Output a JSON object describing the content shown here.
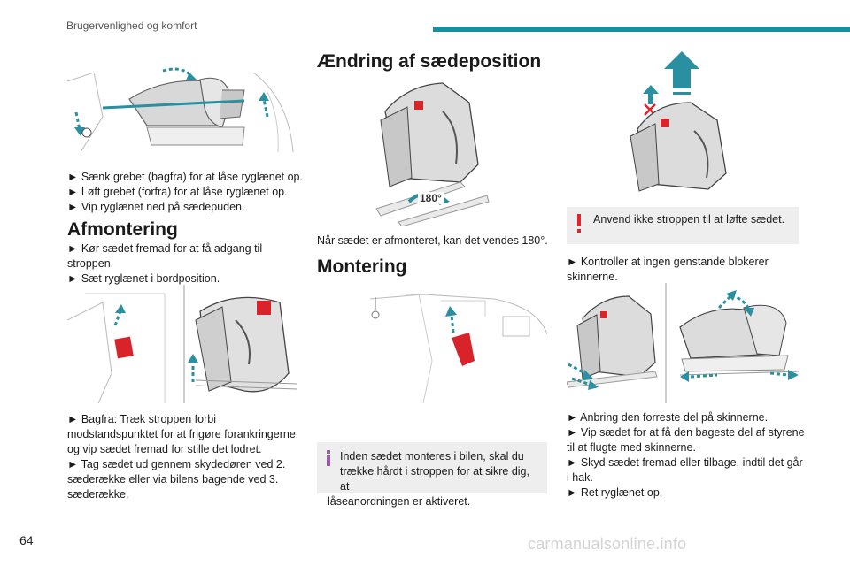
{
  "header": {
    "section_title": "Brugervenlighed og komfort",
    "accent_color": "#1a8e9e"
  },
  "page_number": "64",
  "watermark": "carmanualsonline.info",
  "col1": {
    "steps_top": [
      "► Sænk grebet (bagfra) for at låse ryglænet op.",
      "► Løft grebet (forfra) for at låse ryglænet op.",
      "► Vip ryglænet ned på sædepuden."
    ],
    "removal_heading": "Afmontering",
    "removal_steps": [
      "► Kør sædet fremad for at få adgang til",
      "stroppen.",
      "► Sæt ryglænet i bordposition."
    ],
    "steps_bottom": [
      "► Bagfra: Træk stroppen forbi",
      "modstandspunktet for at frigøre forankringerne",
      "og vip sædet fremad for stille det lodret.",
      "► Tag sædet ud gennem skydedøren ved 2.",
      "sæderække eller via bilens bagende ved 3.",
      "sæderække."
    ]
  },
  "col2": {
    "position_heading": "Ændring af sædeposition",
    "rotation_label": "180°",
    "rotation_caption": "Når sædet er afmonteret, kan det vendes 180°.",
    "mounting_heading": "Montering",
    "info_note": {
      "icon": "info-icon",
      "line1": "Inden sædet monteres i bilen, skal du",
      "line2": "trække hårdt i stroppen for at sikre dig, at",
      "line3": "låseanordningen er aktiveret."
    }
  },
  "col3": {
    "warning_note": {
      "icon": "warning-icon",
      "text": "Anvend ikke stroppen til at løfte sædet."
    },
    "check_step": [
      "► Kontroller at ingen genstande blokerer",
      "skinnerne."
    ],
    "install_steps": [
      "► Anbring den forreste del på skinnerne.",
      "► Vip sædet for at få den bageste del af styrene",
      "til at flugte med skinnerne.",
      "► Skyd sædet fremad eller tilbage, indtil det går",
      "i hak.",
      "► Ret ryglænet op."
    ]
  },
  "colors": {
    "arrow_teal": "#2a8fa0",
    "strap_red": "#d9232a",
    "warning_red": "#e2232a",
    "info_purple": "#9b5ea6"
  }
}
